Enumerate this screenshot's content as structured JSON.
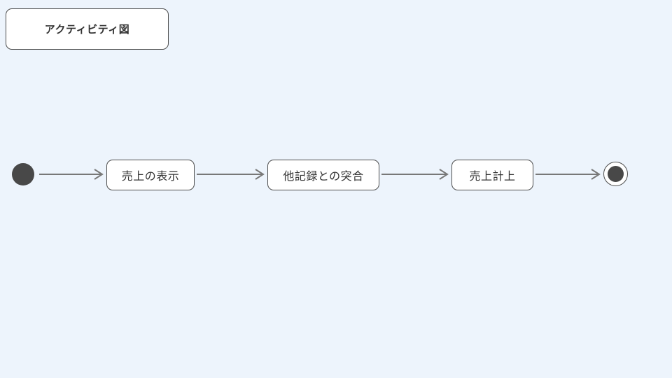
{
  "diagram": {
    "title": "アクティビティ図",
    "type": "activity-diagram",
    "flow": [
      {
        "kind": "start-node"
      },
      {
        "kind": "activity",
        "label": "売上の表示"
      },
      {
        "kind": "activity",
        "label": "他記録との突合"
      },
      {
        "kind": "activity",
        "label": "売上計上"
      },
      {
        "kind": "end-node"
      }
    ],
    "nodes": [
      {
        "label": "売上の表示"
      },
      {
        "label": "他記録との突合"
      },
      {
        "label": "売上計上"
      }
    ],
    "colors": {
      "background": "#edf4fc",
      "node_fill": "#ffffff",
      "node_border": "#4d4d4d",
      "text": "#333333",
      "arrow": "#787878",
      "terminal": "#484848"
    }
  }
}
